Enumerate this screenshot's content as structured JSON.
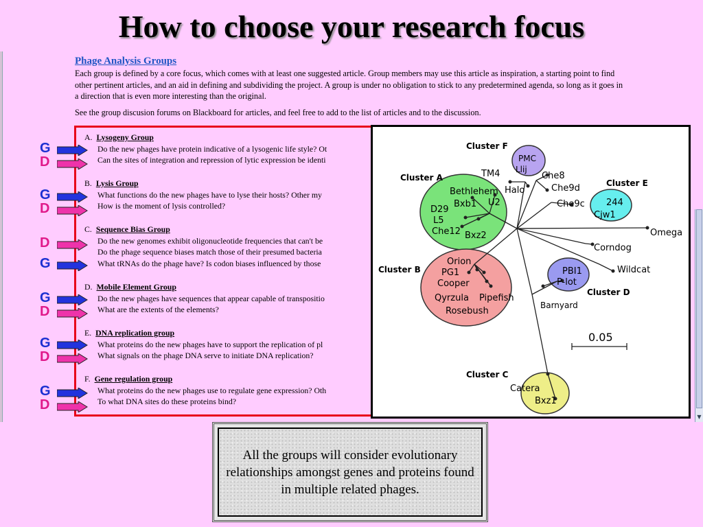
{
  "slide": {
    "title": "How to choose your research focus"
  },
  "intro": {
    "heading": "Phage Analysis Groups",
    "paragraph1": "Each group is defined by a core focus, which comes with at least one suggested article. Group members may use this article as inspiration, a starting point to find other pertinent articles, and an aid in defining and subdividing the project. A group is under no obligation to stick to any predetermined agenda, so long as it goes in a direction that is even more interesting than the original.",
    "paragraph2": "See the group discusion forums on Blackboard for articles, and feel free to add to the list of articles and to the discussion."
  },
  "groups": [
    {
      "letter": "A.",
      "title": "Lysogeny Group",
      "questions": [
        "Do the new phages have protein indicative of a lysogenic life style? Ot",
        "Can the sites of integration and repression of lytic expression be identi"
      ]
    },
    {
      "letter": "B.",
      "title": "Lysis Group",
      "questions": [
        "What functions do the new phages have to lyse their hosts? Other my",
        "How is the moment of lysis controlled?"
      ]
    },
    {
      "letter": "C.",
      "title": "Sequence Bias Group",
      "questions": [
        "Do the new genomes exhibit oligonucleotide frequencies that can't be",
        "Do the phage sequence biases match those of their presumed bacteria",
        "What tRNAs do the phage have? Is codon biases influenced by those"
      ]
    },
    {
      "letter": "D.",
      "title": "Mobile Element Group",
      "questions": [
        "Do the new phages have sequences that appear capable of transpositio",
        "What are the extents of the elements?"
      ]
    },
    {
      "letter": "E.",
      "title": "DNA replication group",
      "questions": [
        "What proteins do the new phages have to support the replication of pl",
        "What signals on the phage DNA serve to initiate DNA replication?"
      ]
    },
    {
      "letter": "F.",
      "title": "Gene regulation group",
      "questions": [
        "What proteins do the new phages use to regulate gene expression? Oth",
        "To what DNA sites do these proteins bind?"
      ]
    }
  ],
  "markers": [
    "G",
    "D",
    "G",
    "D",
    "D",
    "G",
    "G",
    "D",
    "G",
    "D",
    "G",
    "D"
  ],
  "marker_colors": {
    "G": "#1a2fd1",
    "D": "#e0198a",
    "G_arrow": "#2233dd",
    "D_arrow": "#ee33aa"
  },
  "tree": {
    "clusters": {
      "A": "Cluster A",
      "B": "Cluster B",
      "C": "Cluster C",
      "D": "Cluster D",
      "E": "Cluster E",
      "F": "Cluster F"
    },
    "cluster_colors": {
      "A": "#7ae37a",
      "B": "#f4a0a0",
      "C": "#eeee88",
      "D": "#9a9af0",
      "E": "#66eeee",
      "F": "#b8a4f0"
    },
    "phages": {
      "bethlehem": "Bethlehem",
      "bxb1": "Bxb1",
      "u2": "U2",
      "d29": "D29",
      "l5": "L5",
      "che12": "Che12",
      "bxz2": "Bxz2",
      "tm4": "TM4",
      "halo": "Halo",
      "pmc": "PMC",
      "llij": "Llij",
      "che8": "Che8",
      "che9d": "Che9d",
      "che9c": "Che9c",
      "n244": "244",
      "cjw1": "Cjw1",
      "omega": "Omega",
      "corndog": "Corndog",
      "wildcat": "Wildcat",
      "pbi1": "PBI1",
      "plot": "P-lot",
      "barnyard": "Barnyard",
      "orion": "Orion",
      "pg1": "PG1",
      "cooper": "Cooper",
      "qyrzula": "Qyrzula",
      "pipefish": "Pipefish",
      "rosebush": "Rosebush",
      "catera": "Catera",
      "bxz1": "Bxz1"
    },
    "scale_label": "0.05"
  },
  "note": {
    "text": "All the groups will consider evolutionary relationships amongst genes and proteins found in multiple related phages."
  }
}
